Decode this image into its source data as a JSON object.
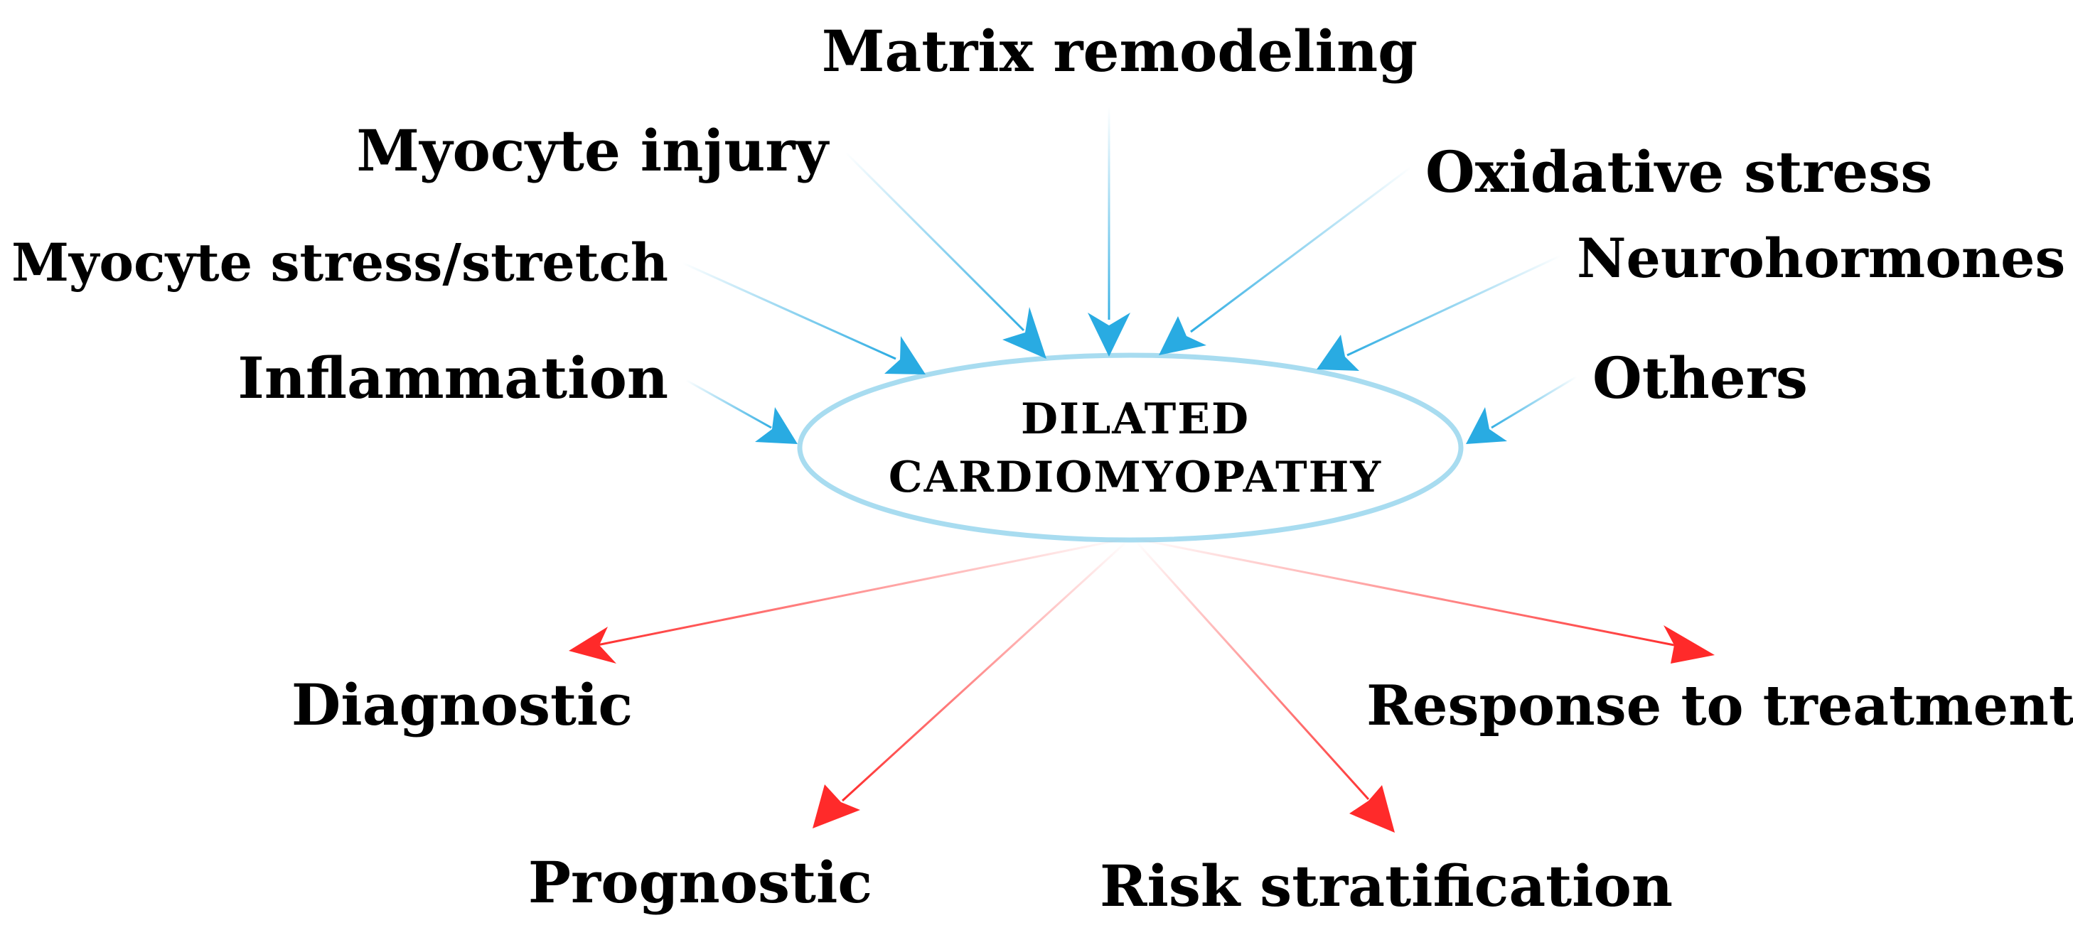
{
  "center": {
    "line1": "DILATED",
    "line2": "CARDIOMYOPATHY"
  },
  "inputs": [
    {
      "id": "matrix-remodeling",
      "label": "Matrix remodeling"
    },
    {
      "id": "myocyte-injury",
      "label": "Myocyte injury"
    },
    {
      "id": "oxidative-stress",
      "label": "Oxidative stress"
    },
    {
      "id": "myocyte-stress-stretch",
      "label": "Myocyte stress/stretch"
    },
    {
      "id": "neurohormones",
      "label": "Neurohormones"
    },
    {
      "id": "inflammation",
      "label": "Inflammation"
    },
    {
      "id": "others",
      "label": "Others"
    }
  ],
  "outputs": [
    {
      "id": "diagnostic",
      "label": "Diagnostic"
    },
    {
      "id": "response-to-treatment",
      "label": "Response to treatment"
    },
    {
      "id": "prognostic",
      "label": "Prognostic"
    },
    {
      "id": "risk-stratification",
      "label": "Risk stratification"
    }
  ],
  "colors": {
    "input_arrow": "#29abe2",
    "output_arrow": "#ff2a2a",
    "ellipse_stroke": "#a8dcf0",
    "text": "#000000"
  }
}
